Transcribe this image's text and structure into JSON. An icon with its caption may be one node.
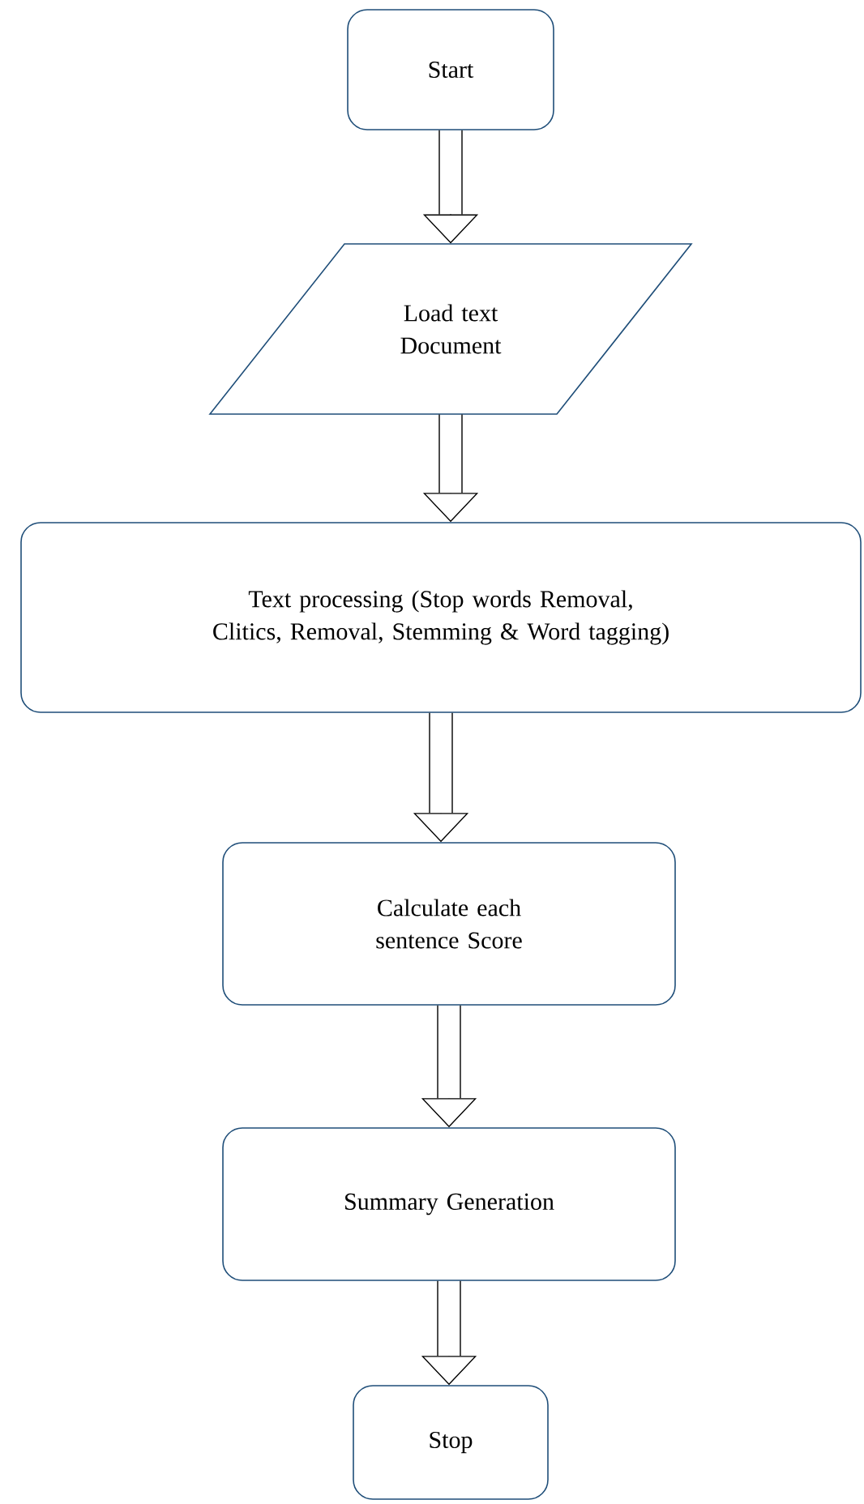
{
  "diagram": {
    "nodes": [
      {
        "text": [
          "Start"
        ]
      },
      {
        "text": [
          "Load text Document"
        ]
      },
      {
        "text": [
          "Text processing (Stop words Removal, Clitics, Removal, Stemming & Word tagging)"
        ]
      },
      {
        "text": [
          "Calculate each sentence Score"
        ]
      },
      {
        "text": [
          "Summary Generation"
        ]
      },
      {
        "text": [
          "Stop"
        ]
      }
    ],
    "edges": [
      {
        "from": 0,
        "to": 1,
        "arrow": "to"
      },
      {
        "from": 1,
        "to": 2,
        "arrow": "to"
      },
      {
        "from": 2,
        "to": 3,
        "arrow": "to"
      },
      {
        "from": 3,
        "to": 4,
        "arrow": "to"
      },
      {
        "from": 4,
        "to": 5,
        "arrow": "to"
      }
    ]
  }
}
